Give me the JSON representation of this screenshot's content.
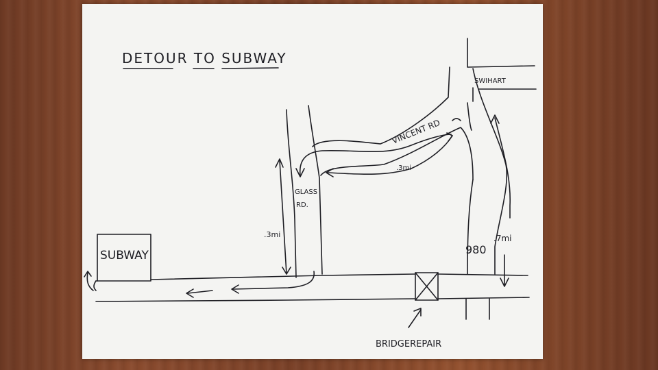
{
  "title": "DETOUR TO SUBWAY",
  "labels": {
    "subway": "SUBWAY",
    "glass_rd_line1": "GLASS",
    "glass_rd_line2": "RD.",
    "vincent_rd": "VINCENT RD",
    "swihart": "SWIHART",
    "road_980": "980",
    "bridge_repair": "BRIDGEREPAIR"
  },
  "distances": {
    "glass_segment": ".3mi",
    "vincent_segment": ".3mi",
    "road_980_segment": ".7mi"
  },
  "colors": {
    "paper": "#f4f4f2",
    "ink": "#1e1e24",
    "table": "#7a4128"
  }
}
